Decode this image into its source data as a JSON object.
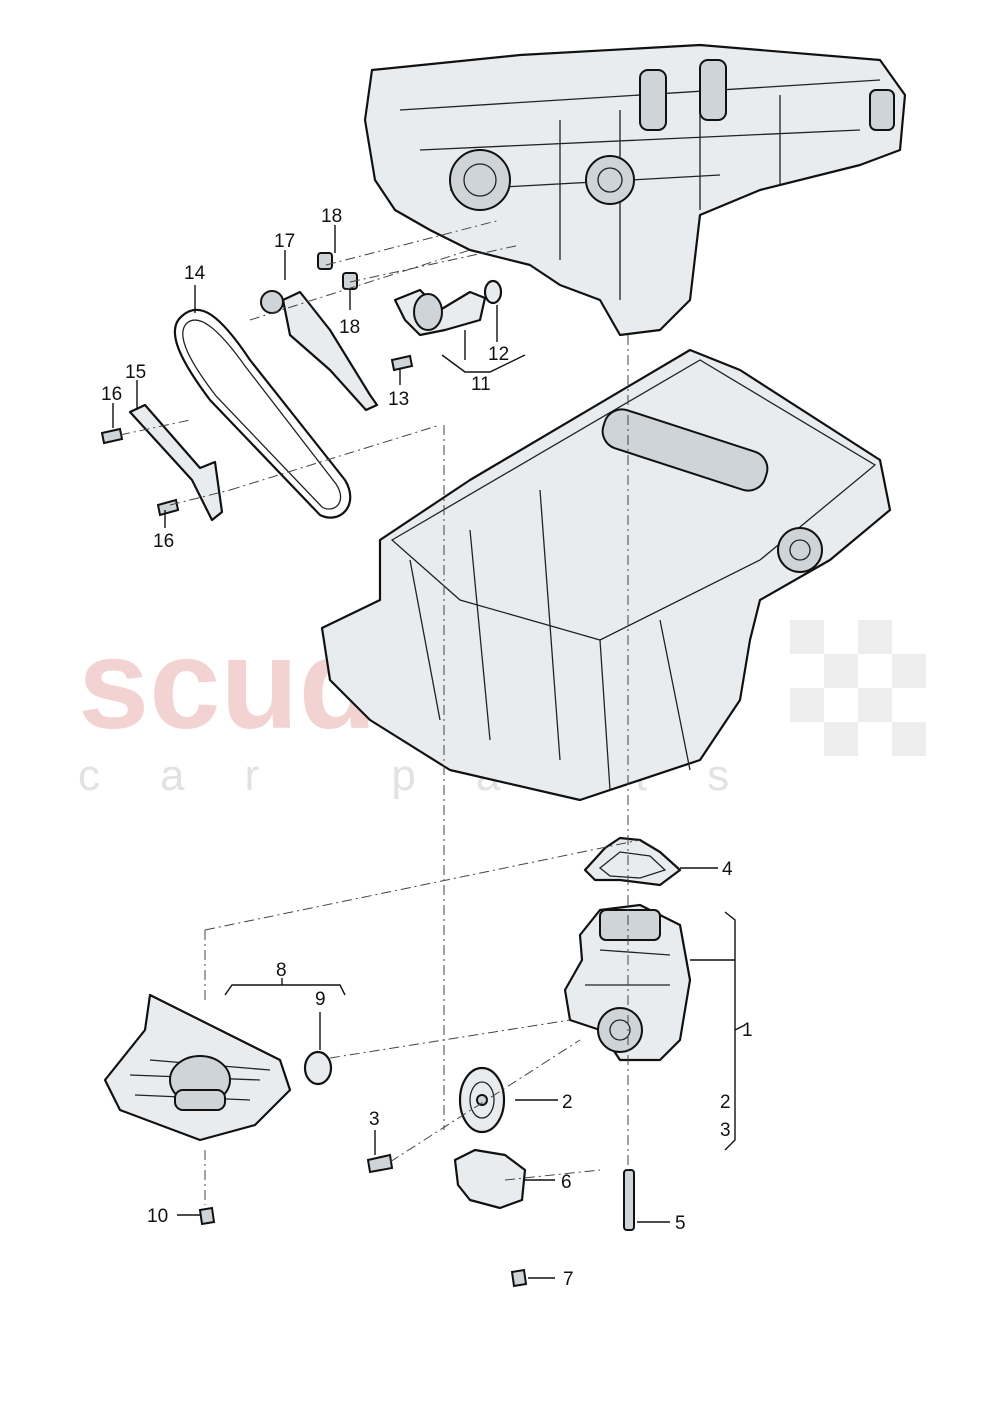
{
  "watermark": {
    "brand": "scuderia",
    "tagline": "car parts"
  },
  "callouts": {
    "c1": "1",
    "c2a": "2",
    "c2b": "2",
    "c3a": "3",
    "c3b": "3",
    "c4": "4",
    "c5": "5",
    "c6": "6",
    "c7": "7",
    "c8": "8",
    "c9": "9",
    "c10": "10",
    "c11": "11",
    "c12": "12",
    "c13": "13",
    "c14": "14",
    "c15": "15",
    "c16a": "16",
    "c16b": "16",
    "c17": "17",
    "c18a": "18",
    "c18b": "18"
  },
  "colors": {
    "line": "#111111",
    "part_fill": "#e9ecef",
    "watermark_red": "#e8a7a7",
    "watermark_grey": "#cfcfcf"
  }
}
